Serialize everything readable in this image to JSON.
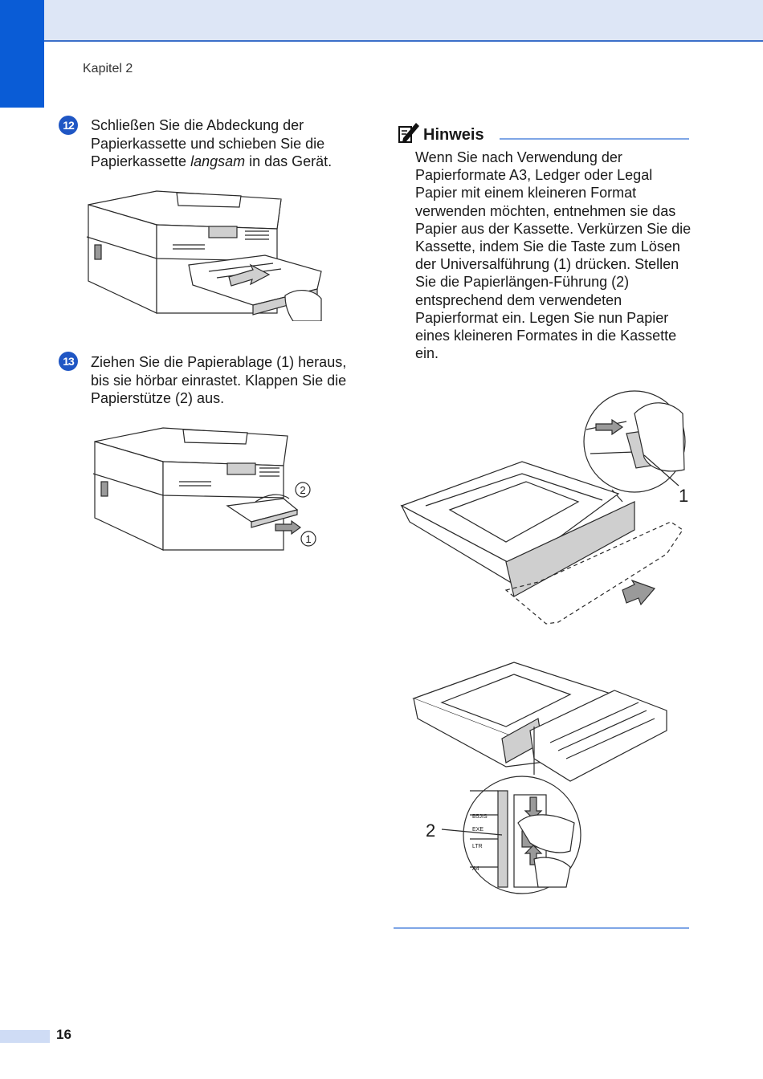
{
  "header": {
    "chapter": "Kapitel 2"
  },
  "steps": [
    {
      "number": "12",
      "text_before": "Schließen Sie die Abdeckung der Papierkassette und schieben Sie die Papierkassette ",
      "text_italic": "langsam",
      "text_after": " in das Gerät."
    },
    {
      "number": "13",
      "text": "Ziehen Sie die Papierablage (1) heraus, bis sie hörbar einrastet. Klappen Sie die Papierstütze (2) aus."
    }
  ],
  "figure_labels": {
    "printer_callout_2": "2",
    "printer_callout_1": "1",
    "tray_callout_1": "1",
    "tray_callout_2": "2",
    "paper_sizes": [
      "B5JIS",
      "EXE",
      "LTR",
      "A4"
    ]
  },
  "note": {
    "icon": "note-pencil-icon",
    "title": "Hinweis",
    "text": "Wenn Sie nach Verwendung der Papierformate A3, Ledger oder Legal Papier mit einem kleineren Format verwenden möchten, entnehmen sie das Papier aus der Kassette. Verkürzen Sie die Kassette, indem Sie die Taste zum Lösen der Universalführung (1) drücken. Stellen Sie die Papierlängen-Führung (2) entsprechend dem verwendeten Papierformat ein. Legen Sie nun Papier eines kleineren Formates in die Kassette ein."
  },
  "footer": {
    "page_number": "16"
  },
  "colors": {
    "accent": "#0a5cd6",
    "band": "#dde6f6",
    "rule": "#7fa6e6"
  }
}
